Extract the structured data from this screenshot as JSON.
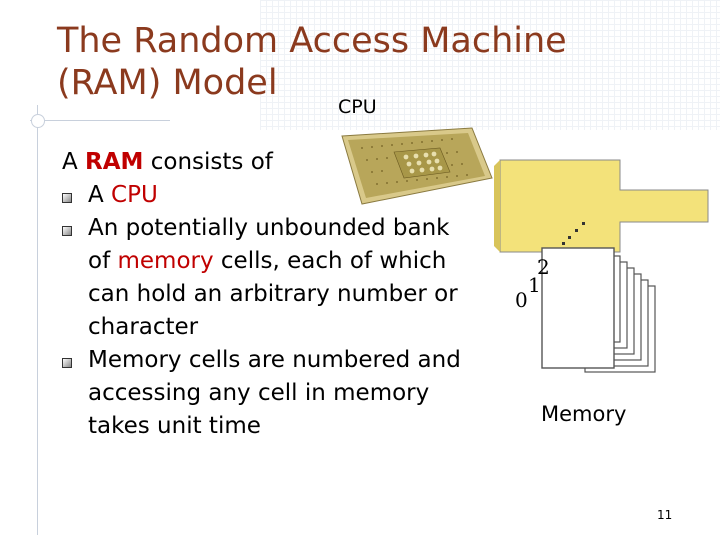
{
  "slide": {
    "title_line1": "The Random Access Machine",
    "title_line2": "(RAM) Model",
    "cpu_label": "CPU",
    "intro_prefix": "A ",
    "intro_highlight": "RAM",
    "intro_suffix": " consists of",
    "bullets": [
      {
        "prefix": "A ",
        "highlight": "CPU",
        "suffix": ""
      },
      {
        "line1": "An potentially unbounded bank",
        "line2_prefix": "of ",
        "line2_highlight": "memory",
        "line2_suffix": " cells, each of which",
        "line3": "can hold an arbitrary number or",
        "line4": "character"
      },
      {
        "line1": "Memory cells are numbered and",
        "line2": "accessing any cell in memory",
        "line3": "takes unit time"
      }
    ],
    "memory_label": "Memory",
    "cell_numbers": [
      "0",
      "1",
      "2"
    ],
    "page_number": "11"
  },
  "colors": {
    "title": "#8b3a1e",
    "highlight": "#c00000",
    "arrow_fill": "#f3e27a"
  },
  "icons": {
    "cpu": "cpu-chip-icon",
    "bullet": "square-bullet-icon"
  }
}
